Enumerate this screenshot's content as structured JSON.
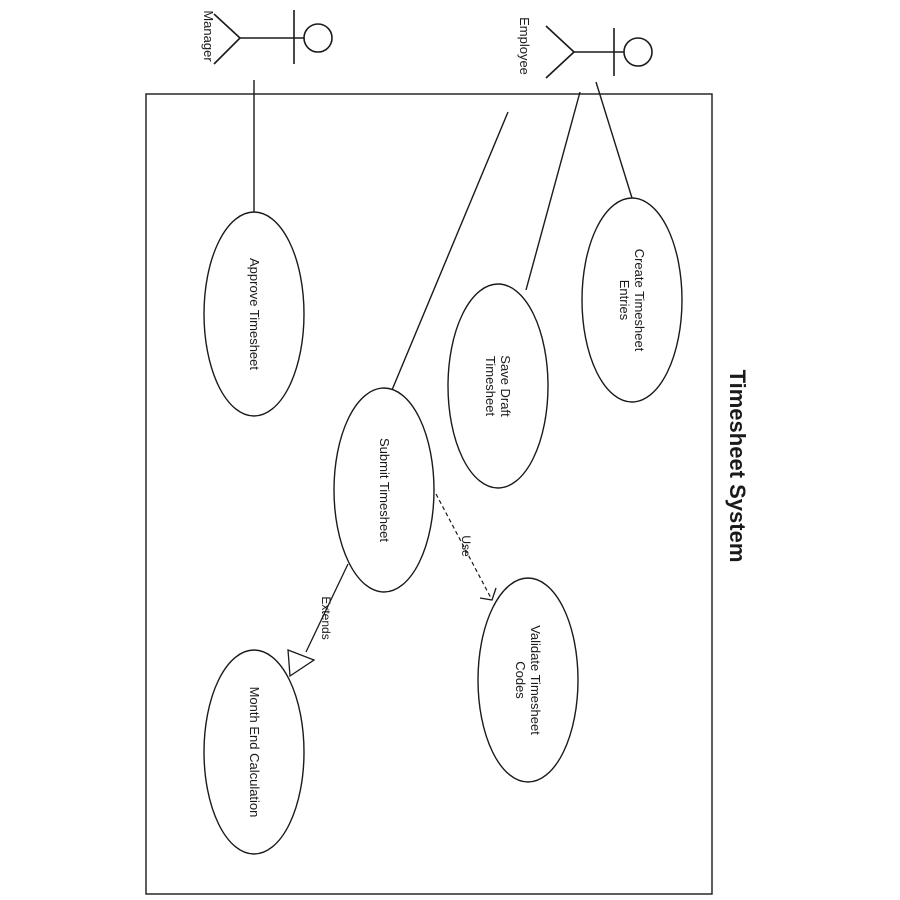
{
  "system": {
    "title": "Timesheet System"
  },
  "actors": {
    "manager": {
      "name": "Manager"
    },
    "employee": {
      "name": "Employee"
    }
  },
  "use_cases": {
    "approve": {
      "line1": "Approve Timesheet"
    },
    "create": {
      "line1": "Create Timesheet",
      "line2": "Entries"
    },
    "save": {
      "line1": "Save Draft",
      "line2": "Timesheet"
    },
    "submit": {
      "line1": "Submit Timesheet"
    },
    "validate": {
      "line1": "Validate Timesheet",
      "line2": "Codes"
    },
    "month_end": {
      "line1": "Month End Calculation"
    }
  },
  "relationships": {
    "use_label": "Use",
    "extends_label": "Extends"
  }
}
